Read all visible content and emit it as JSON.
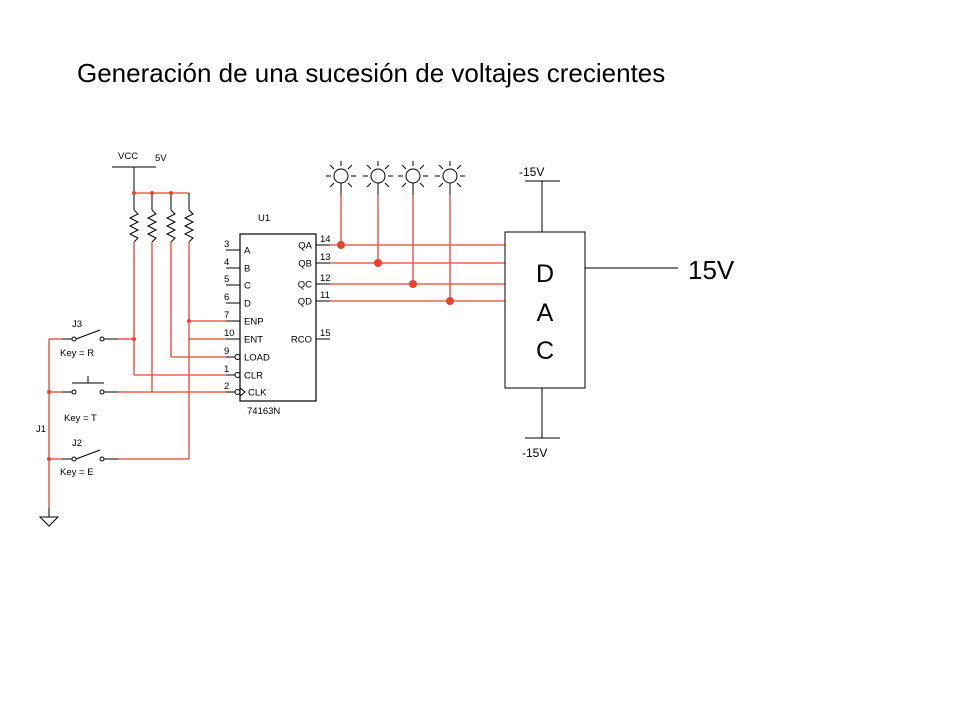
{
  "title": "Generación de una sucesión de voltajes crecientes",
  "supply": {
    "name": "VCC",
    "value": "5V"
  },
  "chip": {
    "ref": "U1",
    "part": "74163N",
    "left_pins": [
      {
        "num": "3",
        "name": "A"
      },
      {
        "num": "4",
        "name": "B"
      },
      {
        "num": "5",
        "name": "C"
      },
      {
        "num": "6",
        "name": "D"
      },
      {
        "num": "7",
        "name": "ENP"
      },
      {
        "num": "10",
        "name": "ENT"
      },
      {
        "num": "9",
        "name": "LOAD"
      },
      {
        "num": "1",
        "name": "CLR"
      },
      {
        "num": "2",
        "name": "CLK"
      }
    ],
    "right_pins": [
      {
        "num": "14",
        "name": "QA"
      },
      {
        "num": "13",
        "name": "QB"
      },
      {
        "num": "12",
        "name": "QC"
      },
      {
        "num": "11",
        "name": "QD"
      },
      {
        "num": "15",
        "name": "RCO"
      }
    ]
  },
  "switches": [
    {
      "ref": "J3",
      "key": "Key = R"
    },
    {
      "ref": "",
      "key": "Key = T"
    },
    {
      "ref": "J2",
      "key": "Key = E"
    }
  ],
  "j1": "J1",
  "dac": {
    "letters": [
      "D",
      "A",
      "C"
    ],
    "supply_top": "-15V",
    "supply_bottom": "-15V",
    "output": "15V"
  }
}
